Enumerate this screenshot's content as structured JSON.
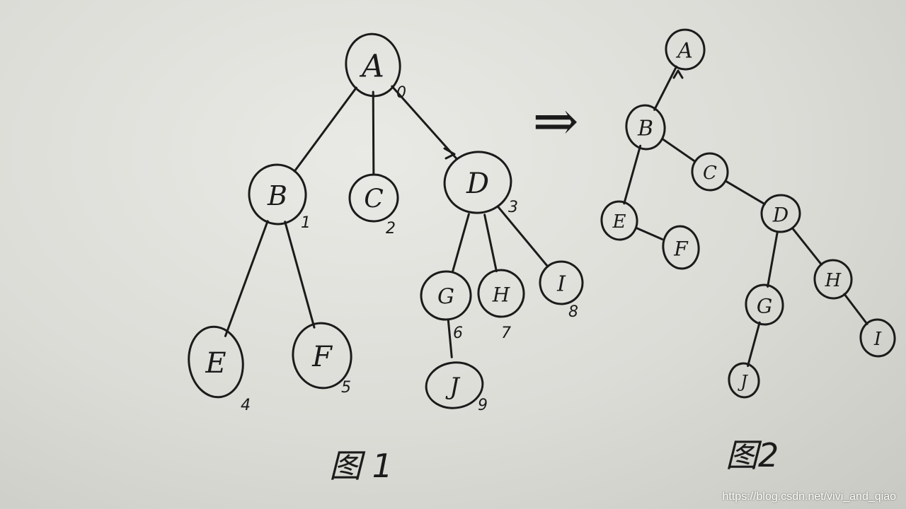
{
  "figure1": {
    "caption": "图 1",
    "nodes": [
      {
        "id": "A",
        "label": "A",
        "index": "0"
      },
      {
        "id": "B",
        "label": "B",
        "index": "1"
      },
      {
        "id": "C",
        "label": "C",
        "index": "2"
      },
      {
        "id": "D",
        "label": "D",
        "index": "3"
      },
      {
        "id": "E",
        "label": "E",
        "index": "4"
      },
      {
        "id": "F",
        "label": "F",
        "index": "5"
      },
      {
        "id": "G",
        "label": "G",
        "index": "6"
      },
      {
        "id": "H",
        "label": "H",
        "index": "7"
      },
      {
        "id": "I",
        "label": "I",
        "index": "8"
      },
      {
        "id": "J",
        "label": "J",
        "index": "9"
      }
    ],
    "edges": [
      [
        "A",
        "B"
      ],
      [
        "A",
        "C"
      ],
      [
        "A",
        "D"
      ],
      [
        "B",
        "E"
      ],
      [
        "B",
        "F"
      ],
      [
        "D",
        "G"
      ],
      [
        "D",
        "H"
      ],
      [
        "D",
        "I"
      ],
      [
        "G",
        "J"
      ]
    ]
  },
  "arrow": "⇒",
  "figure2": {
    "caption": "图2",
    "nodes": [
      {
        "id": "A",
        "label": "A"
      },
      {
        "id": "B",
        "label": "B"
      },
      {
        "id": "C",
        "label": "C"
      },
      {
        "id": "D",
        "label": "D"
      },
      {
        "id": "E",
        "label": "E"
      },
      {
        "id": "F",
        "label": "F"
      },
      {
        "id": "G",
        "label": "G"
      },
      {
        "id": "H",
        "label": "H"
      },
      {
        "id": "I",
        "label": "I"
      },
      {
        "id": "J",
        "label": "J"
      }
    ],
    "edges": [
      [
        "B",
        "A"
      ],
      [
        "B",
        "C"
      ],
      [
        "B",
        "E"
      ],
      [
        "E",
        "F"
      ],
      [
        "C",
        "D"
      ],
      [
        "D",
        "G"
      ],
      [
        "D",
        "H"
      ],
      [
        "G",
        "J"
      ],
      [
        "H",
        "I"
      ]
    ]
  },
  "watermark": "https://blog.csdn.net/vivi_and_qiao"
}
